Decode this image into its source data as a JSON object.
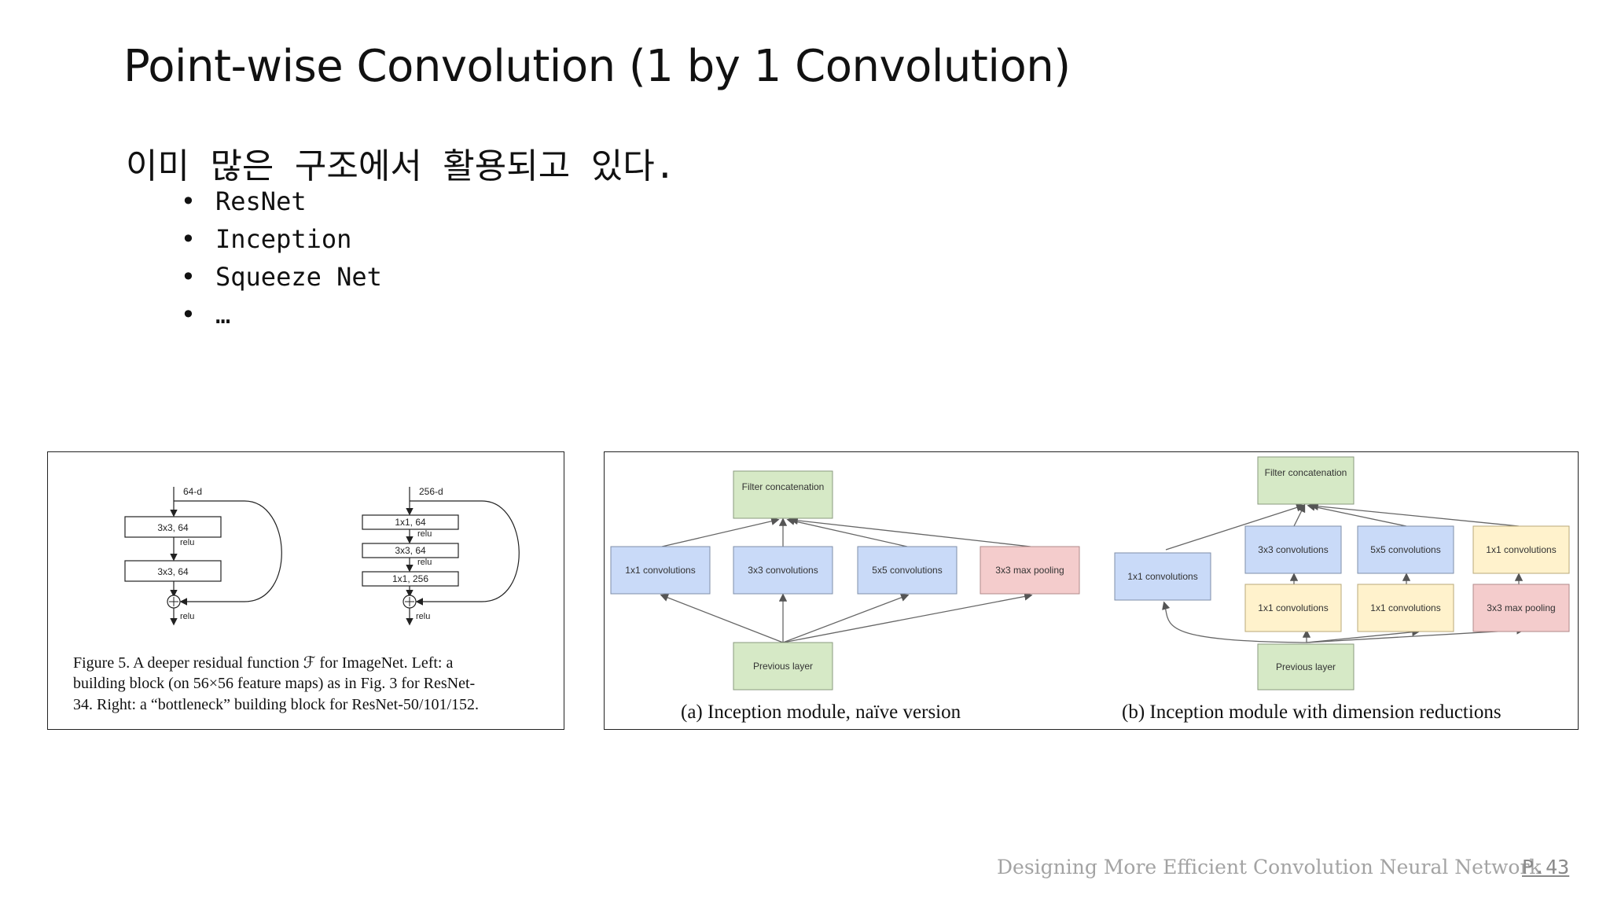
{
  "slide": {
    "title": "Point-wise Convolution (1 by 1 Convolution)",
    "subtitle": "이미 많은 구조에서 활용되고 있다.",
    "bullets": [
      "ResNet",
      "Inception",
      "Squeeze Net",
      "…"
    ],
    "footer": "Designing More Efficient Convolution Neural Network",
    "page": "P.43"
  },
  "resnet_figure": {
    "left_block": {
      "input": "64-d",
      "layer1": "3x3, 64",
      "act1": "relu",
      "layer2": "3x3, 64",
      "act_out": "relu"
    },
    "right_block": {
      "input": "256-d",
      "layer1": "1x1, 64",
      "act1": "relu",
      "layer2": "3x3, 64",
      "act2": "relu",
      "layer3": "1x1, 256",
      "act_out": "relu"
    },
    "caption": [
      "Figure 5. A deeper residual function ℱ for ImageNet. Left: a",
      "building block (on 56×56 feature maps) as in Fig. 3 for ResNet-",
      "34. Right: a “bottleneck” building block for ResNet-50/101/152."
    ]
  },
  "inception_figure": {
    "naive": {
      "top": "Filter concatenation",
      "branches": [
        "1x1 convolutions",
        "3x3 convolutions",
        "5x5 convolutions",
        "3x3 max pooling"
      ],
      "bottom": "Previous layer",
      "caption": "(a) Inception module, naïve version"
    },
    "reduced": {
      "top": "Filter concatenation",
      "left": "1x1 convolutions",
      "upper": [
        "3x3 convolutions",
        "5x5 convolutions",
        "1x1 convolutions"
      ],
      "lower": [
        "1x1 convolutions",
        "1x1 convolutions",
        "3x3 max pooling"
      ],
      "bottom": "Previous layer",
      "caption": "(b) Inception module with dimension reductions"
    },
    "colors": {
      "concat": "#d6e9c6",
      "conv": "#c9daf8",
      "pool": "#f4cccc",
      "reduce": "#fff2cc"
    }
  }
}
